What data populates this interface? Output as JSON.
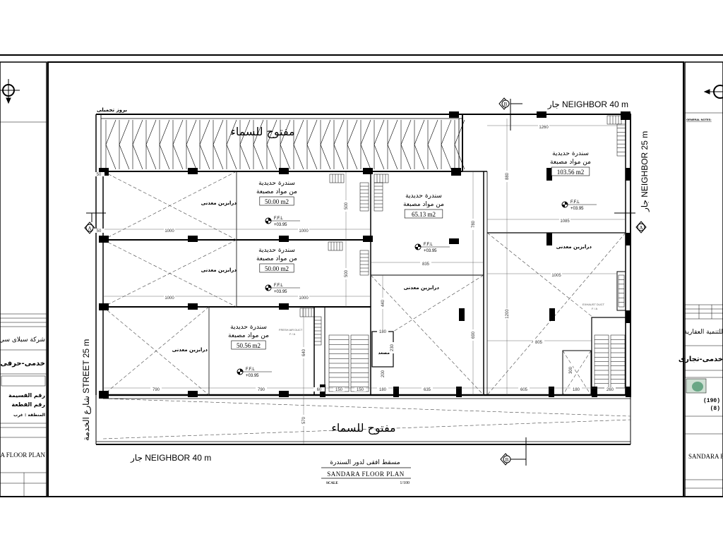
{
  "drawing": {
    "title_ar": "مسقط افقى لدور السندرة",
    "title_en": "SANDARA FLOOR PLAN",
    "scale_label": "SCALE",
    "scale_value": "1/100"
  },
  "site": {
    "neighbor_top": "جار NEIGHBOR 40 m",
    "neighbor_bottom": "جار NEIGHBOR 40 m",
    "neighbor_right": "جار NEIGHBOR 25 m",
    "street_left": "شارع الخدمة STREET 25 m",
    "open_to_sky": "مفتوح للسماء",
    "projection": "بروز تجميلى",
    "section_a": "A",
    "section_b": "B"
  },
  "rooms": [
    {
      "name": "سندرة حديدية",
      "material": "من مواد مصبعة",
      "area": "50.00 m2"
    },
    {
      "name": "سندرة حديدية",
      "material": "من مواد مصبعة",
      "area": "50.00 m2"
    },
    {
      "name": "سندرة حديدية",
      "material": "من مواد مصبعة",
      "area": "50.56 m2"
    },
    {
      "name": "سندرة حديدية",
      "material": "من مواد مصبعة",
      "area": "65.13  m2"
    },
    {
      "name": "سندرة حديدية",
      "material": "من مواد مصبعة",
      "area": "103.56 m2"
    }
  ],
  "level": {
    "label": "F.F.L",
    "value": "+03.95"
  },
  "railing": "درابزين معدنى",
  "elevator": "مصعد",
  "ducts": {
    "fresh_air": "FRESH AIR DUCT",
    "exhaust": "EXHAUST DUCT",
    "fa": "F / A"
  },
  "dimensions": [
    "1000",
    "1000",
    "1000",
    "1000",
    "790",
    "790",
    "500",
    "500",
    "640",
    "60",
    "150",
    "150",
    "180",
    "180",
    "230",
    "200",
    "440",
    "635",
    "835",
    "780",
    "690",
    "1200",
    "1005",
    "1260",
    "880",
    "1085",
    "605",
    "805",
    "180",
    "260",
    "300",
    "570",
    "50",
    "50"
  ],
  "left_panel": {
    "company": "شركة سبلاى سي",
    "project": "خدمى-حرفى",
    "plot1": "رقم القسيمة",
    "plot2": "رقم القطعة",
    "zone": "المنطقة : غرب",
    "sheet_title": "SANDARA FLOOR PLAN"
  },
  "right_panel": {
    "general_notes": "GENERAL NOTES:",
    "client": "للتنمية العقارية",
    "project": "خدمى-تجارى",
    "plot_no": "(190)",
    "block_no": "(8)",
    "sheet_title": "SANDARA FLOOR PLAN"
  }
}
